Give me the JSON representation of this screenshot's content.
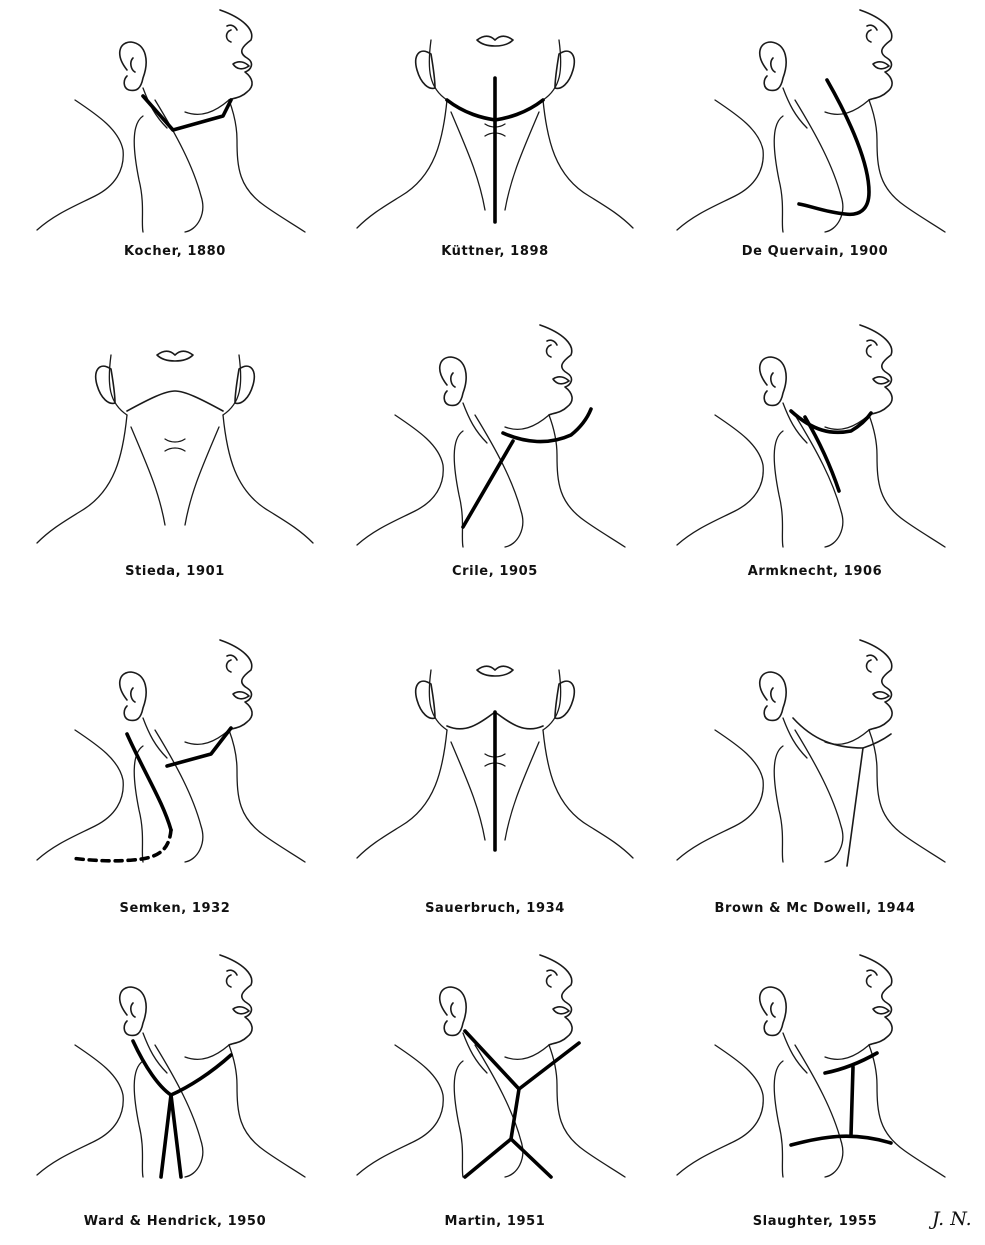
{
  "figure": {
    "panels": [
      {
        "caption": "Kocher, 1880"
      },
      {
        "caption": "Küttner, 1898"
      },
      {
        "caption": "De Quervain, 1900"
      },
      {
        "caption": "Stieda, 1901"
      },
      {
        "caption": "Crile, 1905"
      },
      {
        "caption": "Armknecht, 1906"
      },
      {
        "caption": "Semken, 1932"
      },
      {
        "caption": "Sauerbruch, 1934"
      },
      {
        "caption": "Brown & Mc Dowell, 1944"
      },
      {
        "caption": "Ward & Hendrick, 1950"
      },
      {
        "caption": "Martin, 1951"
      },
      {
        "caption": "Slaughter, 1955"
      }
    ],
    "signature": "J. N."
  }
}
